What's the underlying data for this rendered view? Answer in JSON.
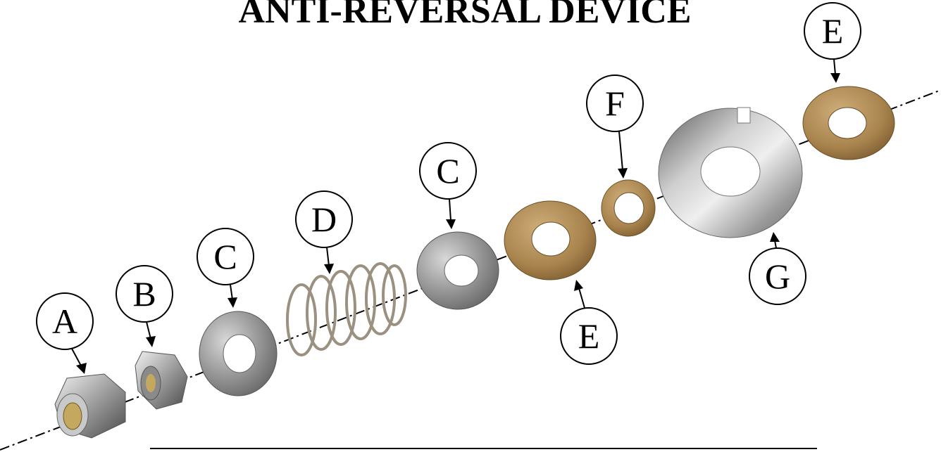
{
  "title": "ANTI-REVERSAL DEVICE",
  "callouts": [
    {
      "id": "a",
      "letter": "A"
    },
    {
      "id": "b",
      "letter": "B"
    },
    {
      "id": "c1",
      "letter": "C"
    },
    {
      "id": "d",
      "letter": "D"
    },
    {
      "id": "c2",
      "letter": "C"
    },
    {
      "id": "e1",
      "letter": "E"
    },
    {
      "id": "f",
      "letter": "F"
    },
    {
      "id": "g",
      "letter": "G"
    },
    {
      "id": "e2",
      "letter": "E"
    }
  ],
  "colors": {
    "line": "#000000",
    "steel": "#a8a8a8",
    "bronze": "#b08a55",
    "spring": "#a39a88"
  }
}
